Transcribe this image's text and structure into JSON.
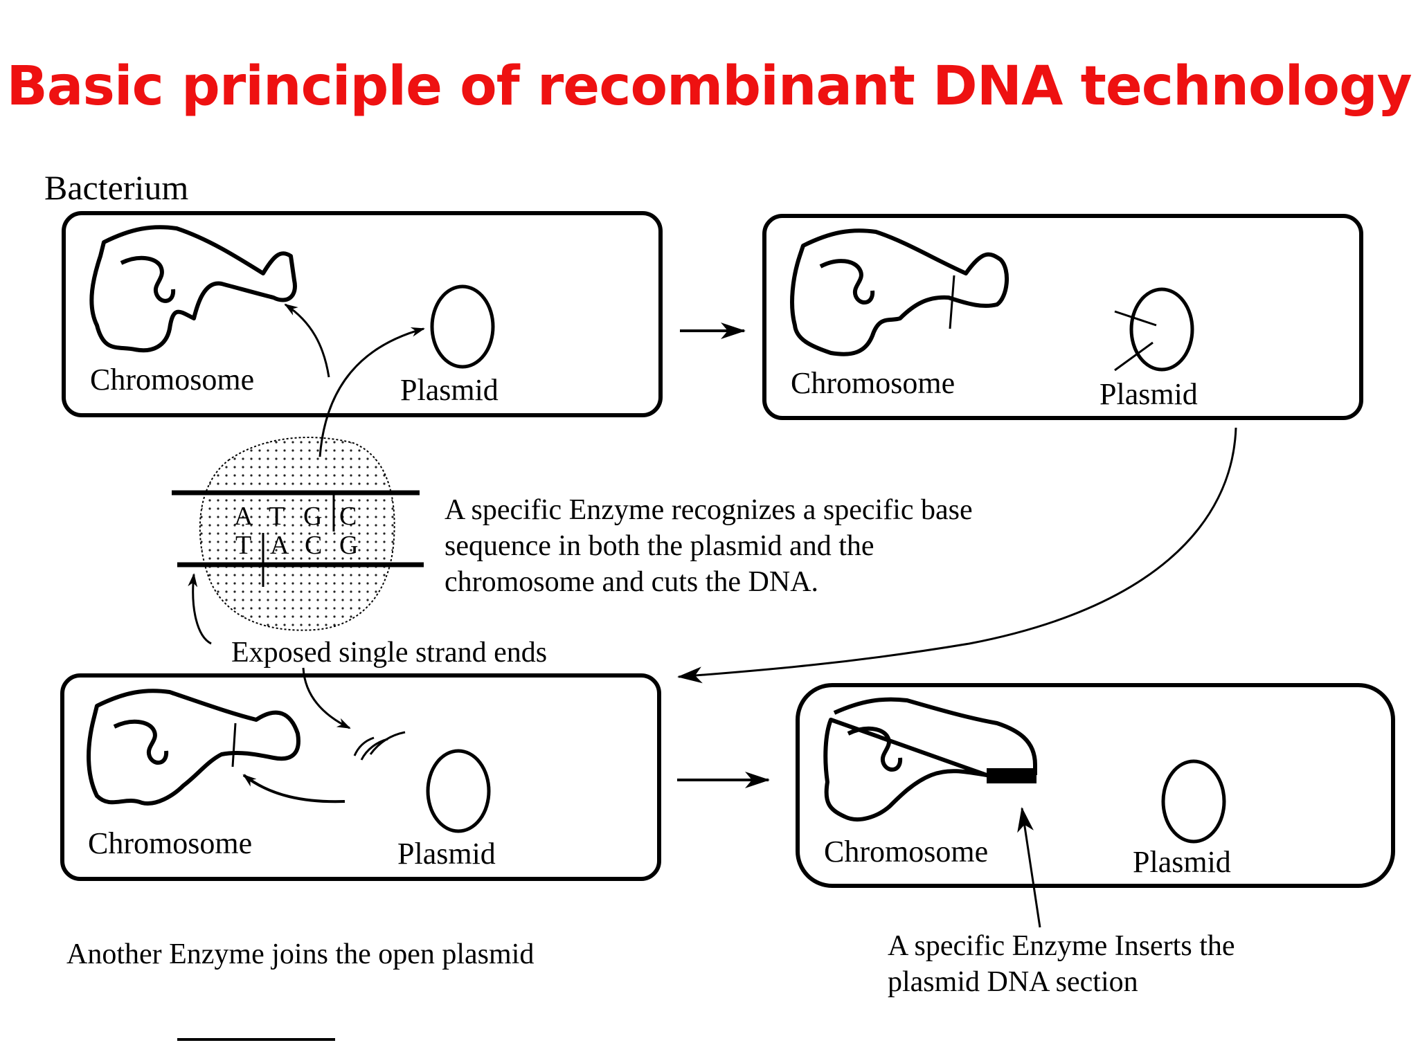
{
  "title": "Basic principle of recombinant DNA technology",
  "title_color": "#ee1111",
  "bacterium_label": "Bacterium",
  "labels": {
    "chromosome": "Chromosome",
    "plasmid": "Plasmid"
  },
  "dna": {
    "top_strand": [
      "A",
      "T",
      "G",
      "C"
    ],
    "bottom_strand": [
      "T",
      "A",
      "C",
      "G"
    ]
  },
  "captions": {
    "enzyme_cut": [
      "A specific Enzyme recognizes a specific base",
      "sequence in both the plasmid and the",
      "chromosome and cuts the DNA."
    ],
    "exposed_ends": "Exposed single strand ends",
    "join": "Another Enzyme joins the open plasmid",
    "insert": [
      "A specific Enzyme Inserts  the",
      "plasmid DNA section"
    ]
  }
}
